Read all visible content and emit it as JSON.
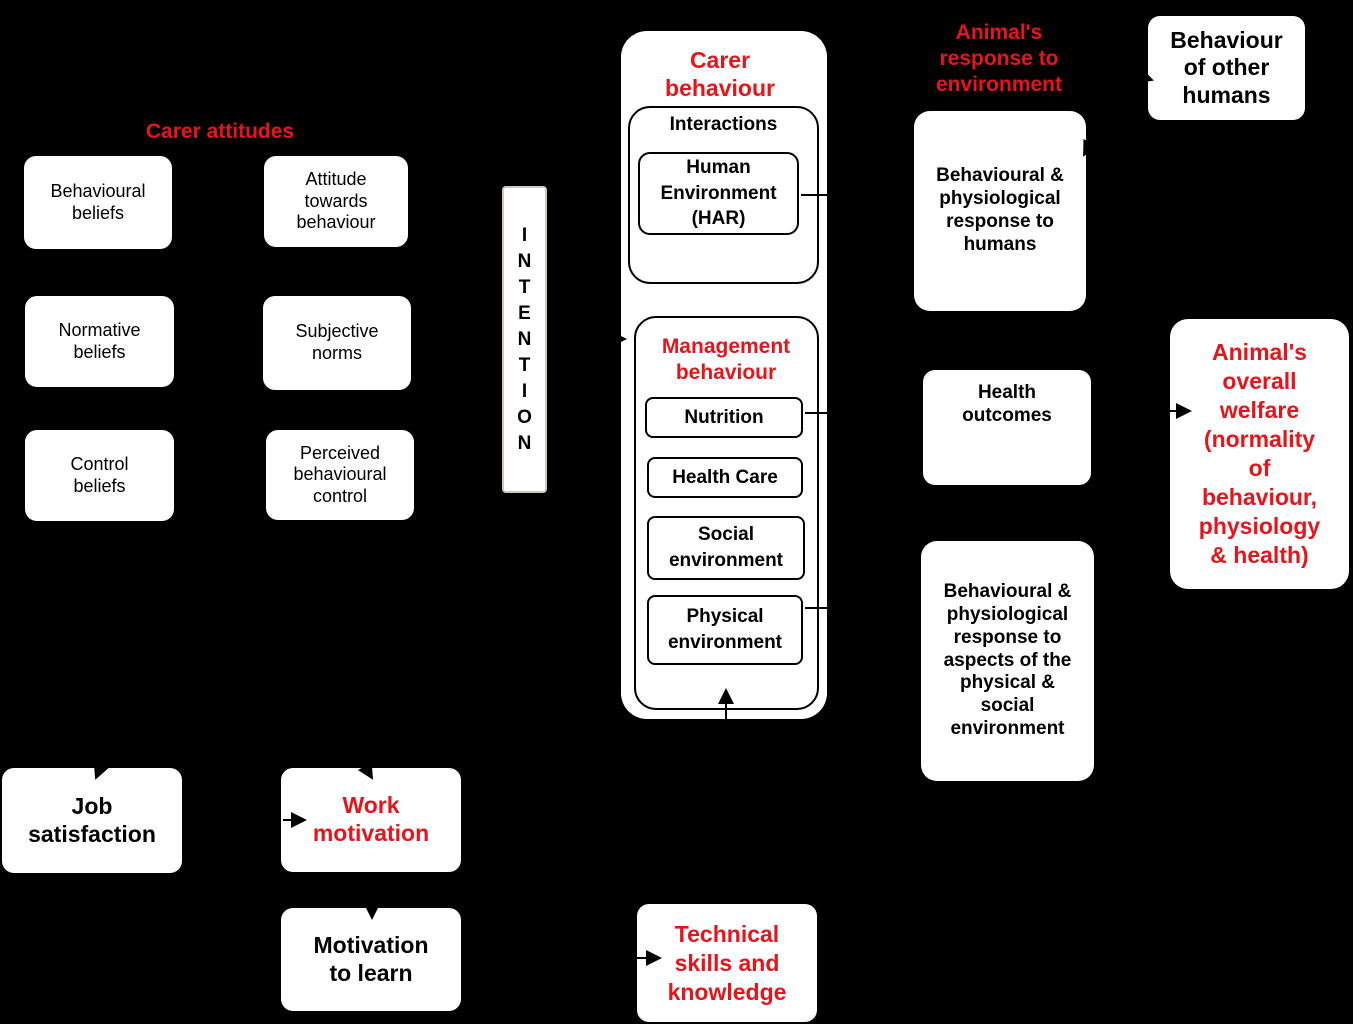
{
  "colors": {
    "background": "#000000",
    "box": "#ffffff",
    "accent_red": "#e8141c"
  },
  "carer_attitudes": {
    "title": "Carer attitudes",
    "behavioural_beliefs": "Behavioural beliefs",
    "attitude_towards_behaviour": "Attitude towards behaviour",
    "normative_beliefs": "Normative beliefs",
    "subjective_norms": "Subjective norms",
    "control_beliefs": "Control beliefs",
    "perceived_behavioural_control": "Perceived behavioural control"
  },
  "intention": {
    "letters": [
      "I",
      "N",
      "T",
      "E",
      "N",
      "T",
      "I",
      "O",
      "N"
    ]
  },
  "carer_behaviour": {
    "title": "Carer behaviour",
    "interactions": "Interactions",
    "human_environment": "Human Environment (HAR)",
    "management_title": "Management behaviour",
    "nutrition": "Nutrition",
    "health_care": "Health Care",
    "social_environment": "Social environment",
    "physical_environment": "Physical environment"
  },
  "animal_response": {
    "title": "Animal's response to environment",
    "response_to_humans": "Behavioural & physiological response to humans",
    "health_outcomes": "Health outcomes",
    "response_to_environment": "Behavioural & physiological response to aspects of the physical & social environment"
  },
  "behaviour_other_humans": "Behaviour of other humans",
  "overall_welfare": "Animal's overall welfare (normality of behaviour, physiology & health)",
  "bottom": {
    "job_satisfaction": "Job satisfaction",
    "work_motivation": "Work motivation",
    "motivation_to_learn": "Motivation to learn",
    "technical_skills": "Technical skills and knowledge"
  }
}
